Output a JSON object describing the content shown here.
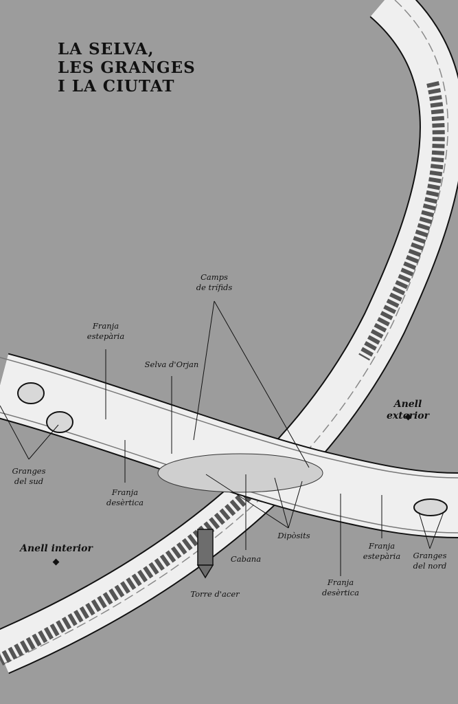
{
  "title": "LA SELVA,\nLES GRANGES\nI LA CIUTAT",
  "labels": {
    "camps_trifids": "Camps\nde trífids",
    "franja_esteparia_w": "Franja\nestepària",
    "selva_orjan": "Selva d'Orjan",
    "anell_exterior": "Anell exterior",
    "granges_sud": "Granges\ndel sud",
    "franja_desertica_w": "Franja\ndesèrtica",
    "anell_interior": "Anell interior",
    "diposits": "Dipòsits",
    "cabana": "Cabana",
    "torre_acer": "Torre d'acer",
    "franja_esteparia_e": "Franja\nestepària",
    "granges_nord": "Granges\ndel nord",
    "franja_desertica_e": "Franja\ndesèrtica"
  },
  "colors": {
    "background": "#9c9c9c",
    "ring_fill": "#efefef",
    "ink": "#111111"
  }
}
